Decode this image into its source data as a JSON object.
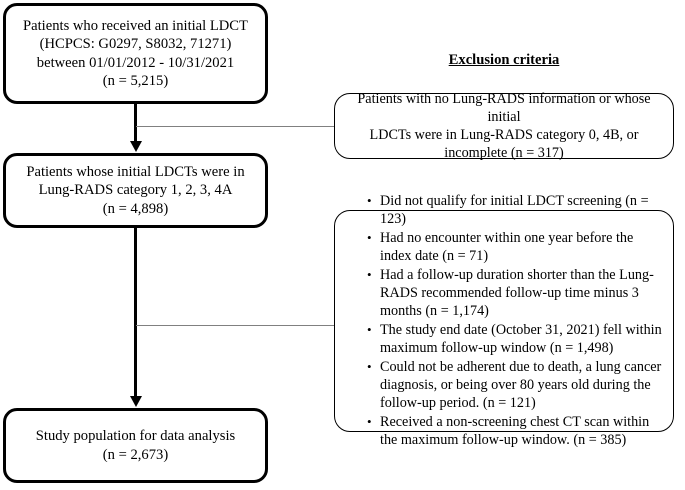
{
  "diagram": {
    "type": "study-flow-chart",
    "background": "#ffffff",
    "text_color": "#000000",
    "connector_color": "#000000",
    "branch_color": "#808080"
  },
  "flow": {
    "initial_cohort": {
      "text": "Patients who received an initial LDCT\n(HCPCS: G0297, S8032, 71271)\nbetween 01/01/2012 - 10/31/2021\n(n = 5,215)"
    },
    "eligible_cohort": {
      "text": "Patients whose initial LDCTs were in\nLung-RADS category 1, 2, 3, 4A\n(n = 4,898)"
    },
    "final_cohort": {
      "text": "Study population for data analysis\n(n = 2,673)"
    }
  },
  "exclusions": {
    "heading": "Exclusion criteria",
    "first_box": {
      "text": "Patients with no Lung-RADS information or whose initial\nLDCTs were in Lung-RADS category 0, 4B, or\nincomplete (n = 317)"
    },
    "second_box": {
      "items": [
        "Did not qualify for initial LDCT screening (n = 123)",
        "Had no encounter within one year before the index date (n = 71)",
        "Had a follow-up duration shorter than the Lung-RADS recommended follow-up time minus 3 months (n = 1,174)",
        "The study end date (October 31, 2021) fell within maximum follow-up window (n = 1,498)",
        "Could not be adherent due to death, a lung cancer diagnosis, or being over 80 years old during the follow-up period. (n = 121)",
        "Received a non-screening chest CT scan within the maximum follow-up window. (n = 385)"
      ]
    }
  }
}
